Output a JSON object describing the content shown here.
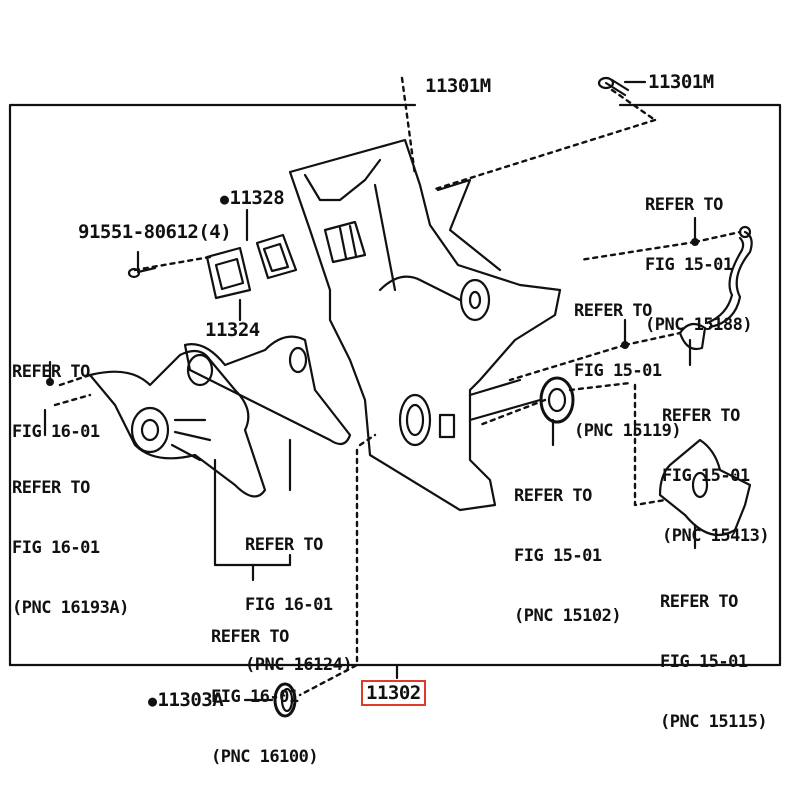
{
  "diagram": {
    "title": "Timing chain cover exploded parts diagram",
    "highlight_color": "#e03a2a",
    "line_color": "#111111",
    "parts": {
      "cover_top_left": "11301M",
      "cover_top_right": "11301M",
      "gasket_upper": "11328",
      "gasket_lower": "11324",
      "bolt": "91551-80612(4)",
      "oil_seal": "11303A",
      "main_part_highlighted": "11302"
    },
    "references": [
      {
        "id": "ref-fig16-01-a",
        "line1": "REFER TO",
        "line2": "FIG 16-01",
        "line3": ""
      },
      {
        "id": "ref-16193a",
        "line1": "REFER TO",
        "line2": "FIG 16-01",
        "line3": "(PNC 16193A)"
      },
      {
        "id": "ref-16124",
        "line1": "REFER TO",
        "line2": "FIG 16-01",
        "line3": "(PNC 16124)"
      },
      {
        "id": "ref-16100",
        "line1": "REFER TO",
        "line2": "FIG 16-01",
        "line3": "(PNC 16100)"
      },
      {
        "id": "ref-15188",
        "line1": "REFER TO",
        "line2": "FIG 15-01",
        "line3": "(PNC 15188)"
      },
      {
        "id": "ref-15119",
        "line1": "REFER TO",
        "line2": "FIG 15-01",
        "line3": "(PNC 15119)"
      },
      {
        "id": "ref-15413",
        "line1": "REFER TO",
        "line2": "FIG 15-01",
        "line3": "(PNC 15413)"
      },
      {
        "id": "ref-15102",
        "line1": "REFER TO",
        "line2": "FIG 15-01",
        "line3": "(PNC 15102)"
      },
      {
        "id": "ref-15115",
        "line1": "REFER TO",
        "line2": "FIG 15-01",
        "line3": "(PNC 15115)"
      }
    ]
  }
}
